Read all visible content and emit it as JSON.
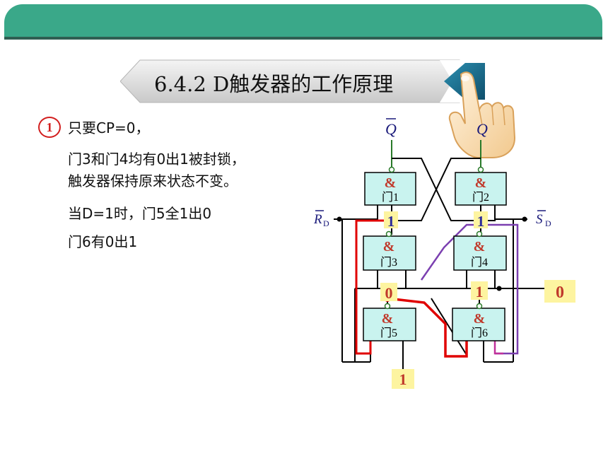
{
  "title": "6.4.2  D触发器的工作原理",
  "step_number": "1",
  "lines": [
    "只要CP=0，",
    "门3和门4均有0出1被封锁，",
    "触发器保持原来状态不变。",
    "当D=1时，门5全1出0",
    "门6有0出1"
  ],
  "circuit": {
    "q_bar": "Q",
    "q": "Q",
    "rd": "R",
    "rd_sub": "D",
    "sd": "S",
    "sd_sub": "D",
    "gates": [
      {
        "symbol": "&",
        "label": "门1"
      },
      {
        "symbol": "&",
        "label": "门2"
      },
      {
        "symbol": "&",
        "label": "门3"
      },
      {
        "symbol": "&",
        "label": "门4"
      },
      {
        "symbol": "&",
        "label": "门5"
      },
      {
        "symbol": "&",
        "label": "门6"
      }
    ],
    "values": {
      "gate1_in": "1",
      "gate2_in": "1",
      "node_left": "0",
      "node_right": "1",
      "cp_input": "0",
      "d_input": "1"
    }
  },
  "colors": {
    "header": "#3aa889",
    "header_line": "#2f5f52",
    "gate_fill": "#c9f3ef",
    "highlight_bg": "#fdf4a0",
    "red_path": "#e00000",
    "purple_path": "#7b3fb0",
    "magenta_path": "#c0309a",
    "wire": "#000000",
    "step_circle": "#d21f1f"
  }
}
